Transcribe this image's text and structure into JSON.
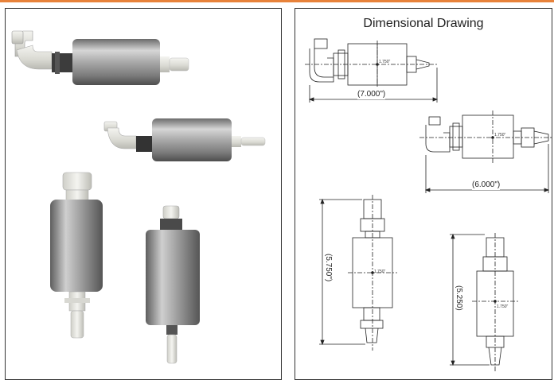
{
  "drawing": {
    "title": "Dimensional Drawing",
    "dims": {
      "h1_length": "(7.000\")",
      "h2_length": "(6.000\")",
      "v1_length": "(5.750\")",
      "v2_length": "(5.250)",
      "diameter": "1.750\""
    }
  },
  "colors": {
    "accent_bar": "#e8823a",
    "border": "#333333"
  }
}
